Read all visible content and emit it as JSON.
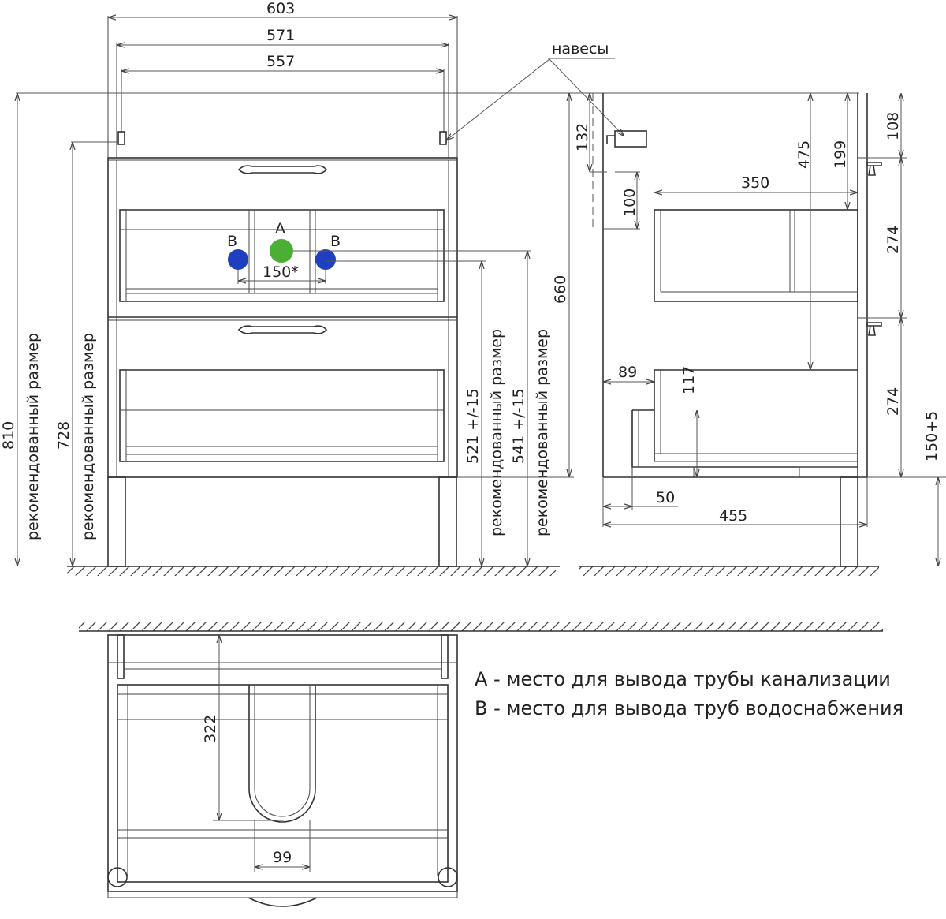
{
  "front": {
    "dims": {
      "w603": "603",
      "w571": "571",
      "w557": "557",
      "w150": "150*"
    },
    "heights": {
      "h810": "810",
      "h810_note": "рекомендованный размер",
      "h728": "728",
      "h728_note": "рекомендованный размер",
      "h521": "521 +/-15",
      "h521_note": "рекомендованный размер",
      "h541": "541 +/-15",
      "h541_note": "рекомендованный размер",
      "h660": "660"
    },
    "points": {
      "a": "A",
      "b_left": "B",
      "b_right": "B"
    },
    "hinges_label": "навесы",
    "colors": {
      "drain": "#4caf35",
      "water": "#1f3fbf"
    }
  },
  "side": {
    "dims": {
      "d132": "132",
      "d100": "100",
      "d475": "475",
      "d199": "199",
      "d350": "350",
      "d108": "108",
      "d274a": "274",
      "d274b": "274",
      "d89": "89",
      "d117": "117",
      "d150": "150+5",
      "d50": "50",
      "d455": "455"
    }
  },
  "top": {
    "dims": {
      "d322": "322",
      "d99": "99"
    }
  },
  "legend": {
    "a": "А - место для вывода трубы канализации",
    "b": "В - место для вывода труб водоснабжения"
  }
}
